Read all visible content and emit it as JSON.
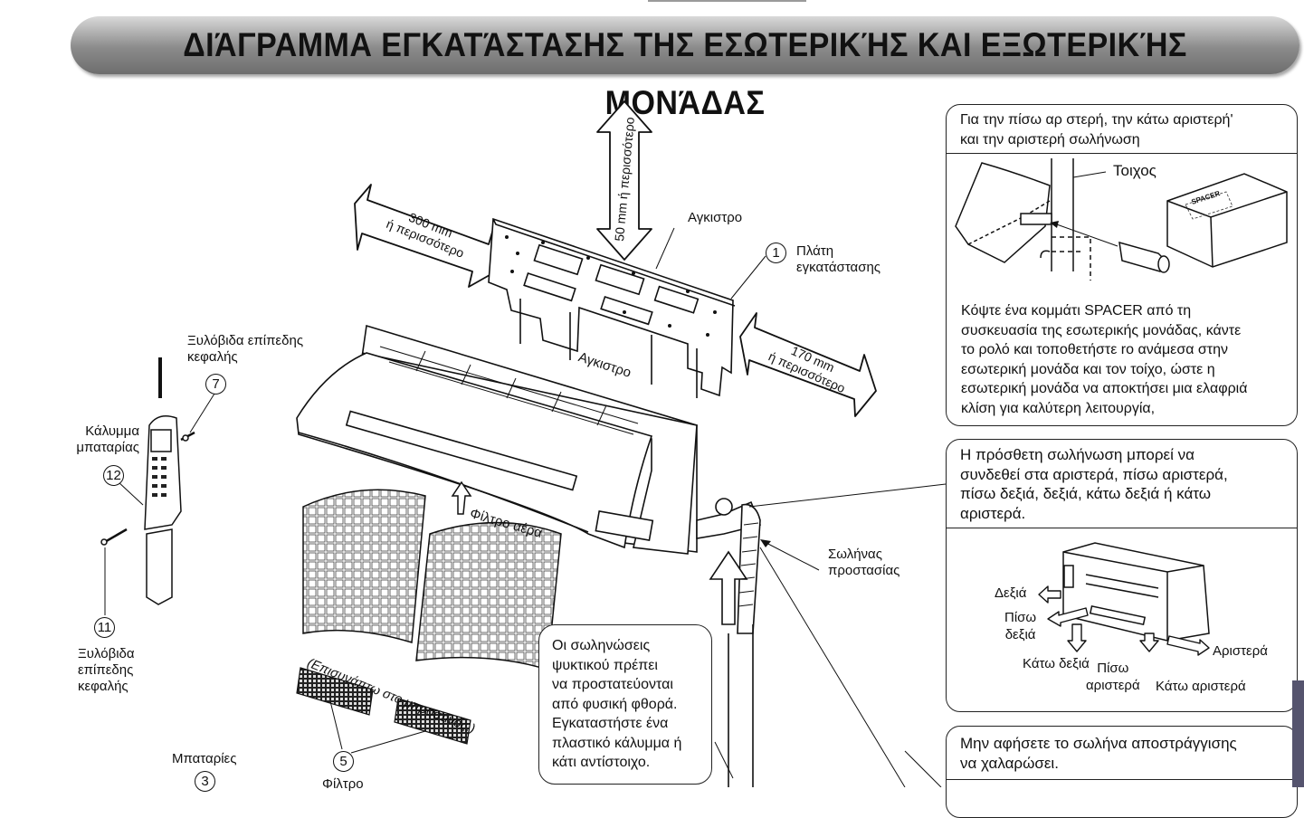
{
  "title": "ΔΙΆΓΡΑΜΜΑ ΕΓΚΑΤΆΣΤΑΣΗΣ ΤΗΣ ΕΣΩΤΕΡΙΚΉΣ ΚΑΙ ΕΞΩΤΕΡΙΚΉΣ ΜΟΝΆΔΑΣ",
  "clearances": {
    "top": "50 mm ή περισσότερο",
    "left_line1": "300 mm",
    "left_line2": "ή περισσότερο",
    "right_line1": "170 mm",
    "right_line2": "ή περισσότερο"
  },
  "labels": {
    "hook_top": "Αγκιστρο",
    "hook_bottom": "Αγκιστρο",
    "plate_line1": "Πλάτη",
    "plate_line2": "εγκατάστασης",
    "screw_top_line1": "Ξυλόβιδα επίπεδης",
    "screw_top_line2": "κεφαλής",
    "battery_cover_line1": "Κάλυμμα",
    "battery_cover_line2": "μπαταρίας",
    "screw_bottom_line1": "Ξυλόβιδα",
    "screw_bottom_line2": "επίπεδης",
    "screw_bottom_line3": "κεφαλής",
    "air_filter": "Φίλτρο αέρα",
    "attach_front": "(Επισυνάπτω στο μπροστινός.)",
    "batteries": "Μπαταρίες",
    "filter_cut": "Φίλτρο",
    "protection_hose_line1": "Σωλήνας",
    "protection_hose_line2": "προστασίας"
  },
  "numbers": {
    "plate": "1",
    "screw_top": "7",
    "battery_cover": "12",
    "screw_bottom": "11",
    "filters": "5",
    "batteries": "3"
  },
  "note_pipes": [
    "Οι σωληνώσεις",
    "ψυκτικού πρέπει",
    "να προστατεύονται",
    "από φυσική φθορά.",
    "Εγκαταστήστε ένα",
    "πλαστικό κάλυμμα ή",
    "κάτι αντίστοιχο."
  ],
  "panel_spacer": {
    "header": [
      "Για την πίσω αρ στερή, την κάτω αριστερή'",
      "και την αριστερή σωλήνωση"
    ],
    "wall_label": "Τοιχος",
    "box_label": "SPACER",
    "body": [
      "Κόψτε ένα κομμάτι SPACER από τη",
      "συσκευασία της εσωτερικής μονάδας, κάντε",
      "το ρολό και τοποθετήστε ro ανάμεσα στην",
      "εσωτερική μονάδα και τον τοίχο, ώστε η",
      "εσωτερική μονάδα να αποκτήσει μια ελαφριά",
      "κλίση για καλύτερη λειτουργία,"
    ]
  },
  "panel_piping": {
    "header": [
      "Η πρόσθετη σωλήνωση μπορεί να",
      "συνδεθεί στα αριστερά, πίσω αριστερά,",
      "πίσω δεξιά, δεξιά, κάτω δεξιά ή κάτω",
      "αριστερά."
    ],
    "directions": {
      "right": "Δεξιά",
      "rear_right_line1": "Πίσω",
      "rear_right_line2": "δεξιά",
      "bottom_right": "Κάτω δεξιά",
      "rear_left_line1": "Πίσω",
      "rear_left_line2": "αριστερά",
      "bottom_left": "Κάτω αριστερά",
      "left": "Αριστερά"
    }
  },
  "panel_drain": {
    "text": [
      "Μην αφήσετε το σωλήνα αποστράγγισης",
      "να χαλαρώσει."
    ]
  }
}
